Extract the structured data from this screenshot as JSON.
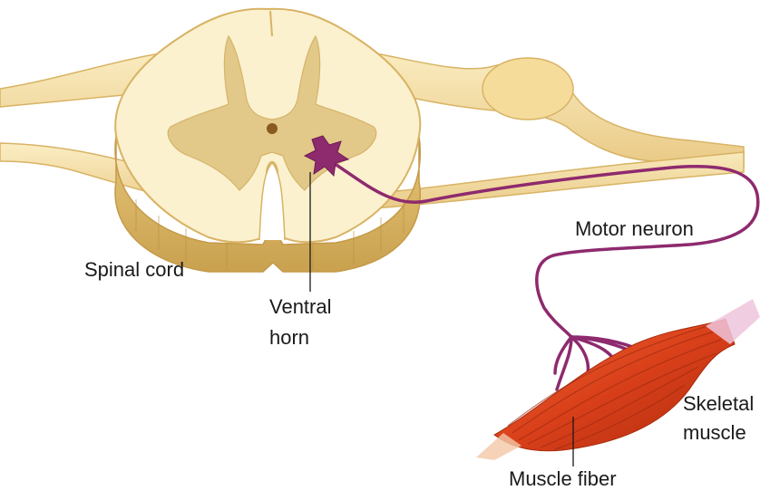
{
  "labels": {
    "spinal_cord": "Spinal cord",
    "ventral_horn_line1": "Ventral",
    "ventral_horn_line2": "horn",
    "motor_neuron": "Motor neuron",
    "skeletal_muscle_line1": "Skeletal",
    "skeletal_muscle_line2": "muscle",
    "muscle_fiber": "Muscle fiber"
  },
  "colors": {
    "white_matter": "#fbf1cf",
    "gray_matter": "#e2c989",
    "cord_edge": "#d8b364",
    "nerve": "#f6e0a8",
    "neuron": "#8e2a6e",
    "muscle": "#e0481d",
    "muscle_dark": "#b8320f",
    "tendon": "#e9b7d6"
  }
}
